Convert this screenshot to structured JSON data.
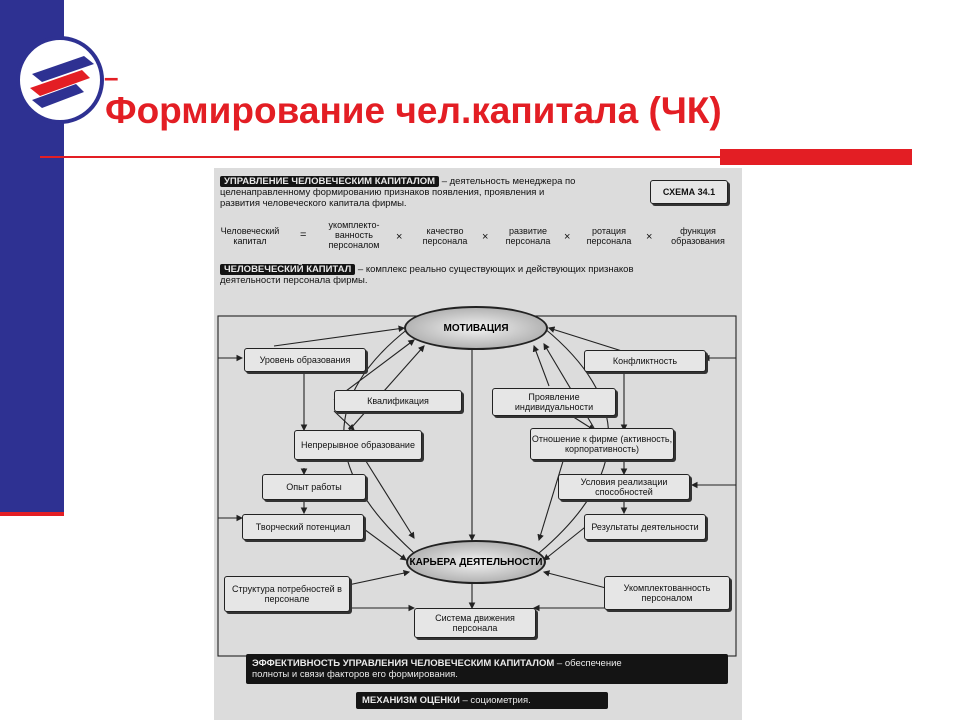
{
  "title": "Формирование чел.капитала (ЧК)",
  "dash": "–",
  "scheme": {
    "tag": "СХЕМА 34.1",
    "def1_label": "УПРАВЛЕНИЕ ЧЕЛОВЕЧЕСКИМ КАПИТАЛОМ",
    "def1_text_a": "– деятельность менеджера по",
    "def1_text_b": "целенаправленному формированию признаков появления, проявления и",
    "def1_text_c": "развития человеческого капитала фирмы.",
    "formula": {
      "lhs": "Человеческий капитал",
      "eq": "=",
      "times": "×",
      "terms": [
        "укомплекто-ванность персоналом",
        "качество персонала",
        "развитие персонала",
        "ротация персонала",
        "функция образования"
      ]
    },
    "def2_label": "ЧЕЛОВЕЧЕСКИЙ КАПИТАЛ",
    "def2_text_a": "– комплекс реально существующих и действующих признаков",
    "def2_text_b": "деятельности персонала фирмы.",
    "nodes": {
      "motivation": "МОТИВАЦИЯ",
      "career": "КАРЬЕРА ДЕЯТЕЛЬНОСТИ",
      "education_level": "Уровень образования",
      "qualification": "Квалификация",
      "continuous_education": "Непрерывное образование",
      "work_experience": "Опыт работы",
      "creative_potential": "Творческий потенциал",
      "needs_structure": "Структура потребностей в персонале",
      "movement_system": "Система движения персонала",
      "conflict": "Конфликтность",
      "individuality": "Проявление индивидуальности",
      "attitude": "Отношение к фирме (активность, корпоративность)",
      "conditions": "Условия реализации способностей",
      "results": "Результаты деятельности",
      "staffing": "Укомплектованность персоналом"
    },
    "eff_label": "ЭФФЕКТИВНОСТЬ УПРАВЛЕНИЯ ЧЕЛОВЕЧЕСКИМ КАПИТАЛОМ",
    "eff_text_a": "– обеспечение",
    "eff_text_b": "полноты и связи факторов его формирования.",
    "mech_label": "МЕХАНИЗМ ОЦЕНКИ",
    "mech_text": "– социометрия."
  }
}
